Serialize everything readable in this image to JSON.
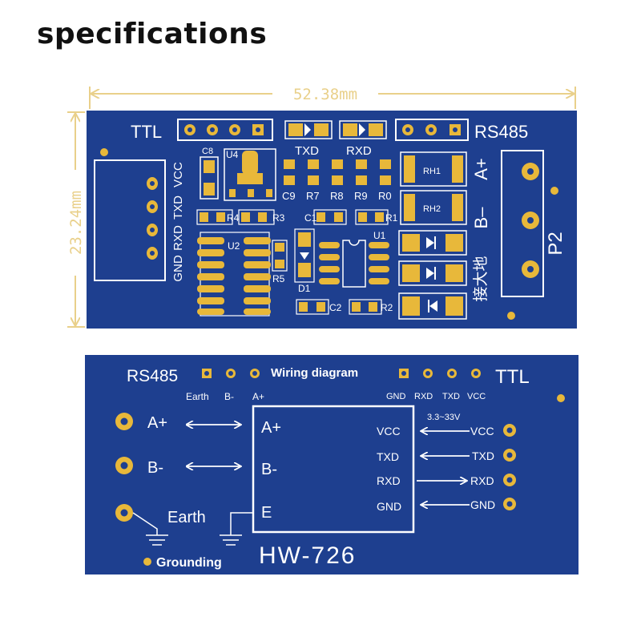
{
  "title": "specifications",
  "dimensions": {
    "width": "52.38mm",
    "height": "23.24mm"
  },
  "front_board": {
    "ttl": "TTL",
    "rs485": "RS485",
    "txd": "TXD",
    "rxd": "RXD",
    "left_pins": [
      "VCC",
      "TXD",
      "RXD",
      "GND"
    ],
    "components": {
      "c8": "C8",
      "u4": "U4",
      "u2": "U2",
      "u1": "U1",
      "c9": "C9",
      "r7": "R7",
      "r8": "R8",
      "r9": "R9",
      "r0": "R0",
      "r4": "R4",
      "r3": "R3",
      "c1": "C1",
      "r1": "R1",
      "r5": "R5",
      "d1": "D1",
      "c2": "C2",
      "r2": "R2",
      "rh1": "RH1",
      "rh2": "RH2"
    },
    "terminal": {
      "a_plus": "A+",
      "b_minus": "B–",
      "earth": "接大地",
      "p2": "P2"
    }
  },
  "back_board": {
    "rs485": "RS485",
    "ttl": "TTL",
    "wiring_title": "Wiring diagram",
    "top_left_labels": [
      "Earth",
      "B-",
      "A+"
    ],
    "top_right_labels": [
      "GND",
      "RXD",
      "TXD",
      "VCC"
    ],
    "voltage": "3.3~33V",
    "left_terminals": [
      "A+",
      "B-",
      "Earth"
    ],
    "box_left": [
      "A+",
      "B-",
      "E"
    ],
    "box_right": [
      "VCC",
      "TXD",
      "RXD",
      "GND"
    ],
    "right_pins": [
      "VCC",
      "TXD",
      "RXD",
      "GND"
    ],
    "model": "HW-726",
    "grounding": "Grounding"
  },
  "colors": {
    "board": "#1e3f8f",
    "pad": "#e8b83a",
    "silk": "#ffffff",
    "dimension": "#e9d08a"
  }
}
